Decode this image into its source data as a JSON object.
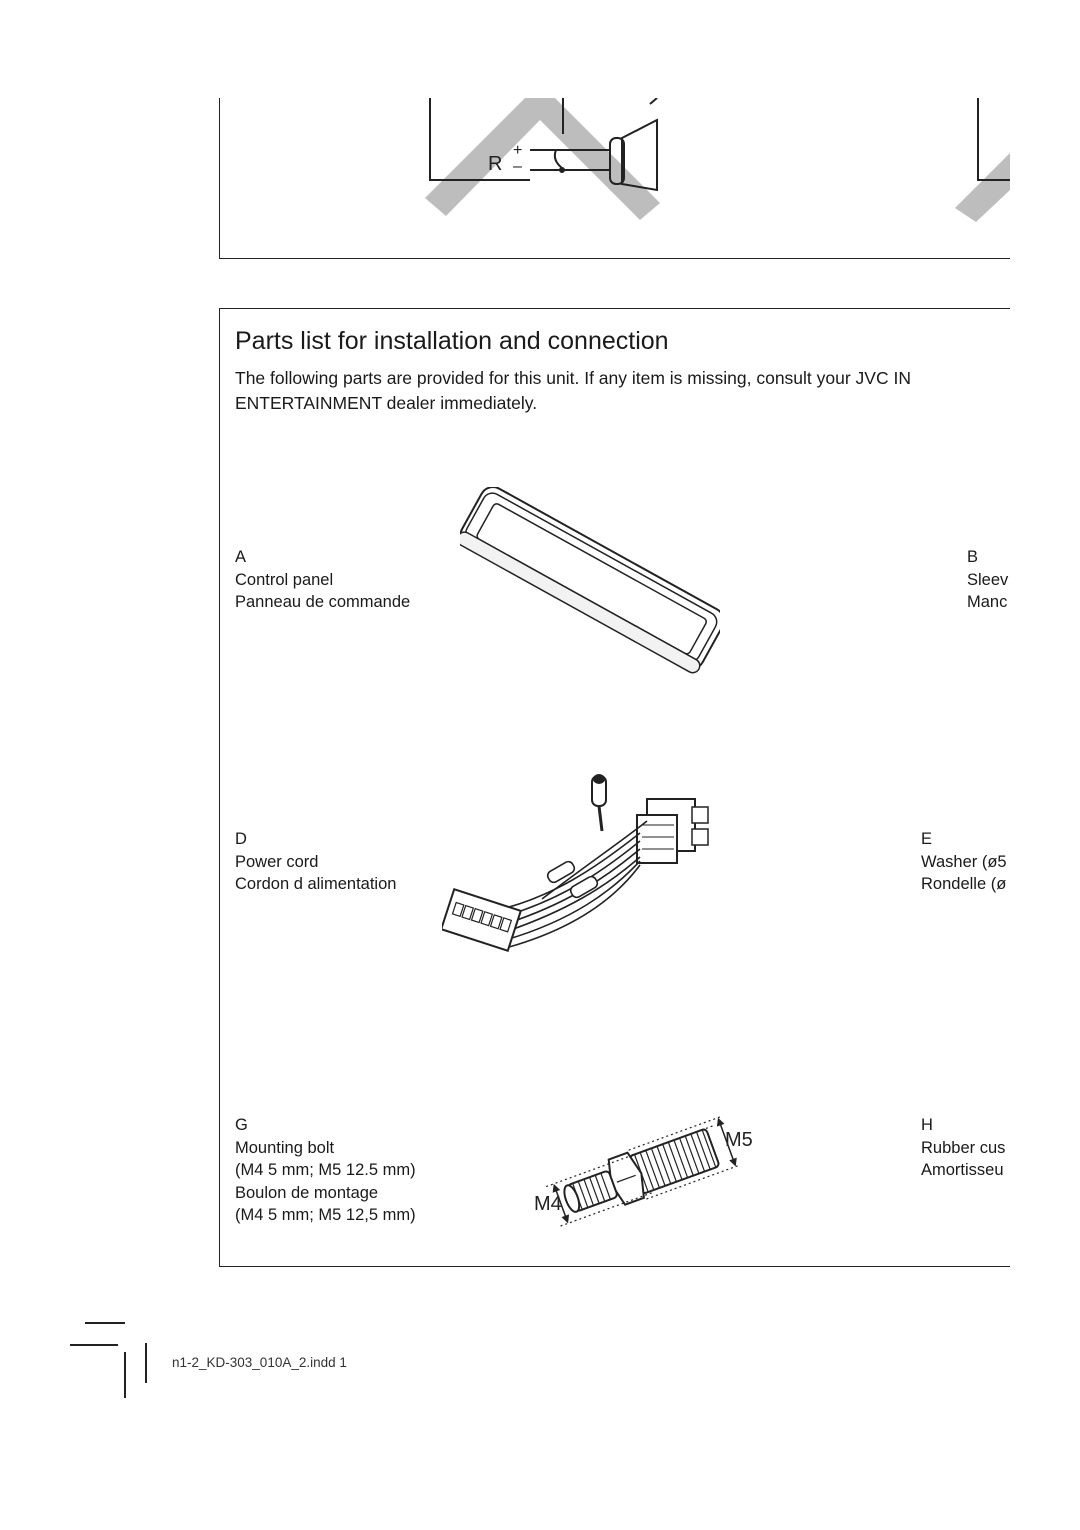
{
  "diagram": {
    "channel_label": "R",
    "plus_sign": "+",
    "minus_sign": "–"
  },
  "parts_section": {
    "title": "Parts list for installation and connection",
    "intro_line1": "The following parts are provided for this unit. If any item is missing, consult your JVC IN",
    "intro_line2": "ENTERTAINMENT dealer immediately.",
    "items": [
      {
        "letter": "A",
        "en": "Control panel",
        "fr": "Panneau de commande",
        "illustration": "control-panel"
      },
      {
        "letter": "B",
        "en": "Sleev",
        "fr": "Manc",
        "illustration": "none"
      },
      {
        "letter": "D",
        "en": "Power cord",
        "fr": "Cordon d alimentation",
        "illustration": "power-cord"
      },
      {
        "letter": "E",
        "en": "Washer (ø5",
        "fr": "Rondelle (ø",
        "illustration": "none"
      },
      {
        "letter": "G",
        "en": "Mounting bolt",
        "en_spec": "(M4   5 mm; M5   12.5 mm)",
        "fr": "Boulon de montage",
        "fr_spec": "(M4   5 mm; M5   12,5 mm)",
        "illustration": "mounting-bolt"
      },
      {
        "letter": "H",
        "en": "Rubber cus",
        "fr": "Amortisseu",
        "illustration": "none"
      }
    ],
    "bolt_labels": {
      "large": "M5",
      "small": "M4"
    }
  },
  "footer": {
    "filename": "n1-2_KD-303_010A_2.indd   1"
  }
}
